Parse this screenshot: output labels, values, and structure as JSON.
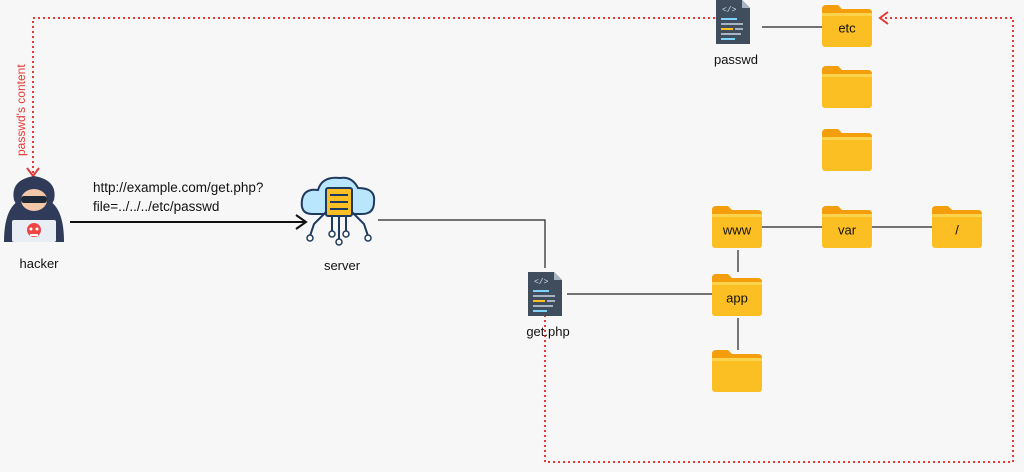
{
  "nodes": {
    "hacker": {
      "label": "hacker"
    },
    "server": {
      "label": "server"
    },
    "get_php": {
      "label": "get.php"
    },
    "passwd": {
      "label": "passwd"
    }
  },
  "request": {
    "line1": "http://example.com/get.php?",
    "line2": "file=../../../etc/passwd"
  },
  "return_label": "passwd's content",
  "folders": {
    "etc": "etc",
    "www": "www",
    "var": "var",
    "root": "/",
    "app": "app"
  },
  "colors": {
    "folder": "#fbbf24",
    "folder_back": "#f59e0b",
    "arrow_red": "#e53935",
    "line": "#222222",
    "server_blue": "#7dd3fc"
  }
}
